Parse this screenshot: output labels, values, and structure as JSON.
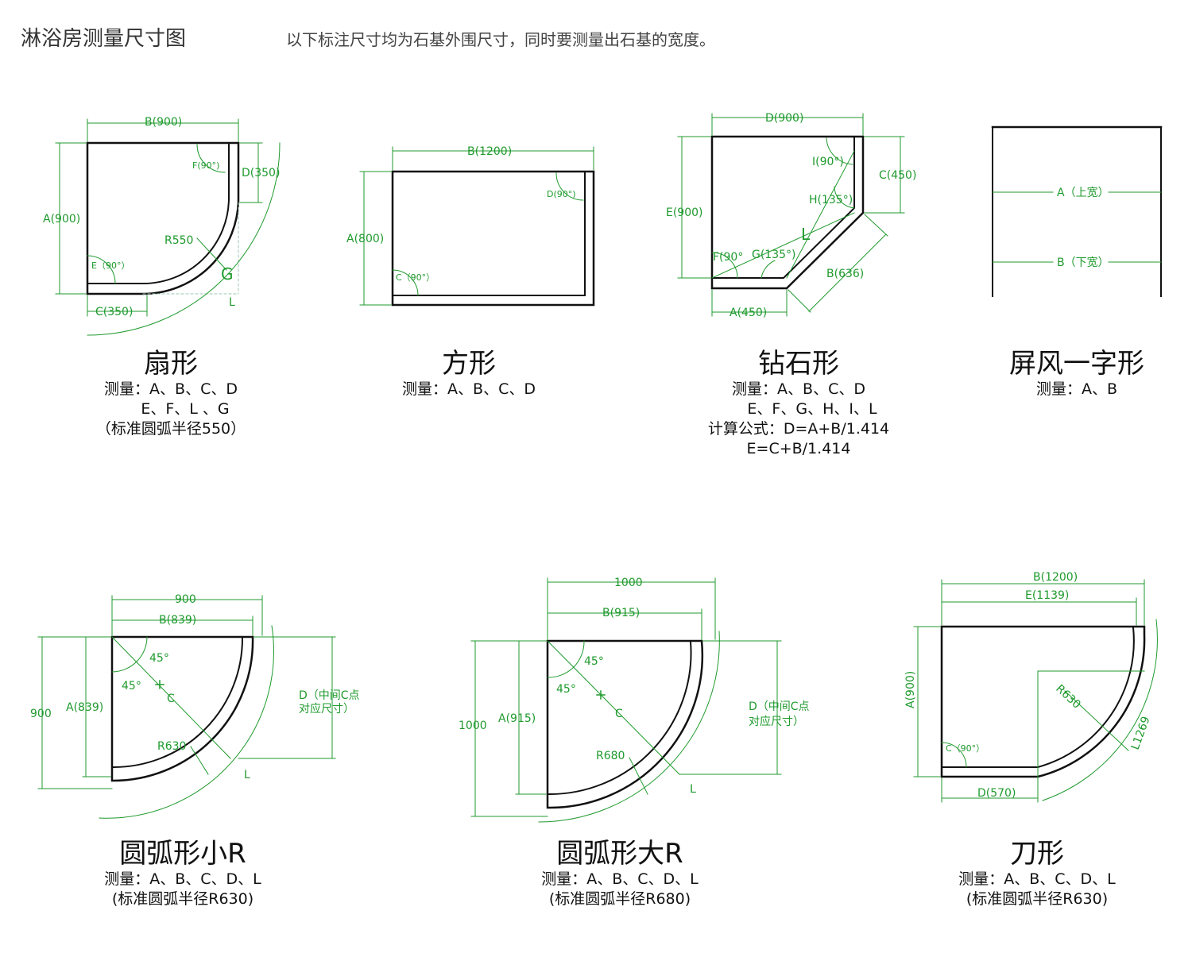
{
  "header": {
    "title": "淋浴房测量尺寸图",
    "note": "以下标注尺寸均为石基外围尺寸，同时要测量出石基的宽度。"
  },
  "shapes": [
    {
      "name": "扇形",
      "lines": [
        "测量：A、B、C、D",
        "E、F、L 、G",
        "（标准圆弧半径550）"
      ],
      "labels": {
        "b": "B(900)",
        "a": "A(900)",
        "d": "D(350)",
        "c": "C(350)",
        "f": "F(90°)",
        "e": "E（90°）",
        "r": "R550",
        "g": "G",
        "l": "L"
      }
    },
    {
      "name": "方形",
      "lines": [
        "测量：A、B、C、D"
      ],
      "labels": {
        "b": "B(1200)",
        "a": "A(800)",
        "d": "D(90°)",
        "c": "C（90°）"
      }
    },
    {
      "name": "钻石形",
      "lines": [
        "测量：A、B、C、D",
        "E、F、G、H、I、L",
        "计算公式：D=A+B/1.414",
        "E=C+B/1.414"
      ],
      "labels": {
        "d": "D(900)",
        "e": "E(900)",
        "c": "C(450)",
        "i": "I(90°)",
        "h": "H(135°)",
        "l": "L",
        "f": "F(90°",
        "g": "G(135°)",
        "b": "B(636)",
        "a": "A(450)"
      }
    },
    {
      "name": "屏风一字形",
      "lines": [
        "测量：A、B"
      ],
      "labels": {
        "a": "A（上宽）",
        "b": "B（下宽）"
      }
    },
    {
      "name": "圆弧形小R",
      "lines": [
        "测量：A、B、C、D、L",
        "(标准圆弧半径R630)"
      ],
      "labels": {
        "top": "900",
        "b": "B(839)",
        "left": "900",
        "a": "A(839)",
        "a45a": "45°",
        "a45b": "45°",
        "c": "C",
        "r": "R630",
        "l": "L",
        "d1": "D（中间C点",
        "d2": "对应尺寸）"
      }
    },
    {
      "name": "圆弧形大R",
      "lines": [
        "测量：A、B、C、D、L",
        "(标准圆弧半径R680)"
      ],
      "labels": {
        "top": "1000",
        "b": "B(915)",
        "left": "1000",
        "a": "A(915)",
        "a45a": "45°",
        "a45b": "45°",
        "c": "C",
        "r": "R680",
        "l": "L",
        "d1": "D（中间C点",
        "d2": "对应尺寸）"
      }
    },
    {
      "name": "刀形",
      "lines": [
        "测量：A、B、C、D、L",
        "(标准圆弧半径R630)"
      ],
      "labels": {
        "b": "B(1200)",
        "e": "E(1139)",
        "a": "A(900)",
        "r": "R630",
        "l": "L1269",
        "c": "C（90°）",
        "d": "D(570)"
      }
    }
  ]
}
